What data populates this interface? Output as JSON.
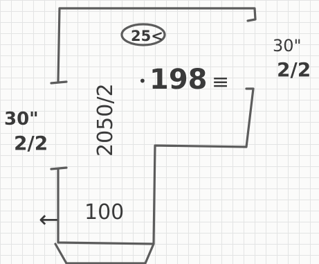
{
  "drawing": {
    "area_label": "25<",
    "center_label": "198",
    "equals_mark": "≡",
    "vertical_label": "2050/2",
    "right_top_label": "30\"",
    "right_bottom_label": "2/2",
    "left_top_label": "30\"",
    "left_bottom_label": "2/2",
    "bottom_label": "100",
    "arrow_mark": "←"
  }
}
